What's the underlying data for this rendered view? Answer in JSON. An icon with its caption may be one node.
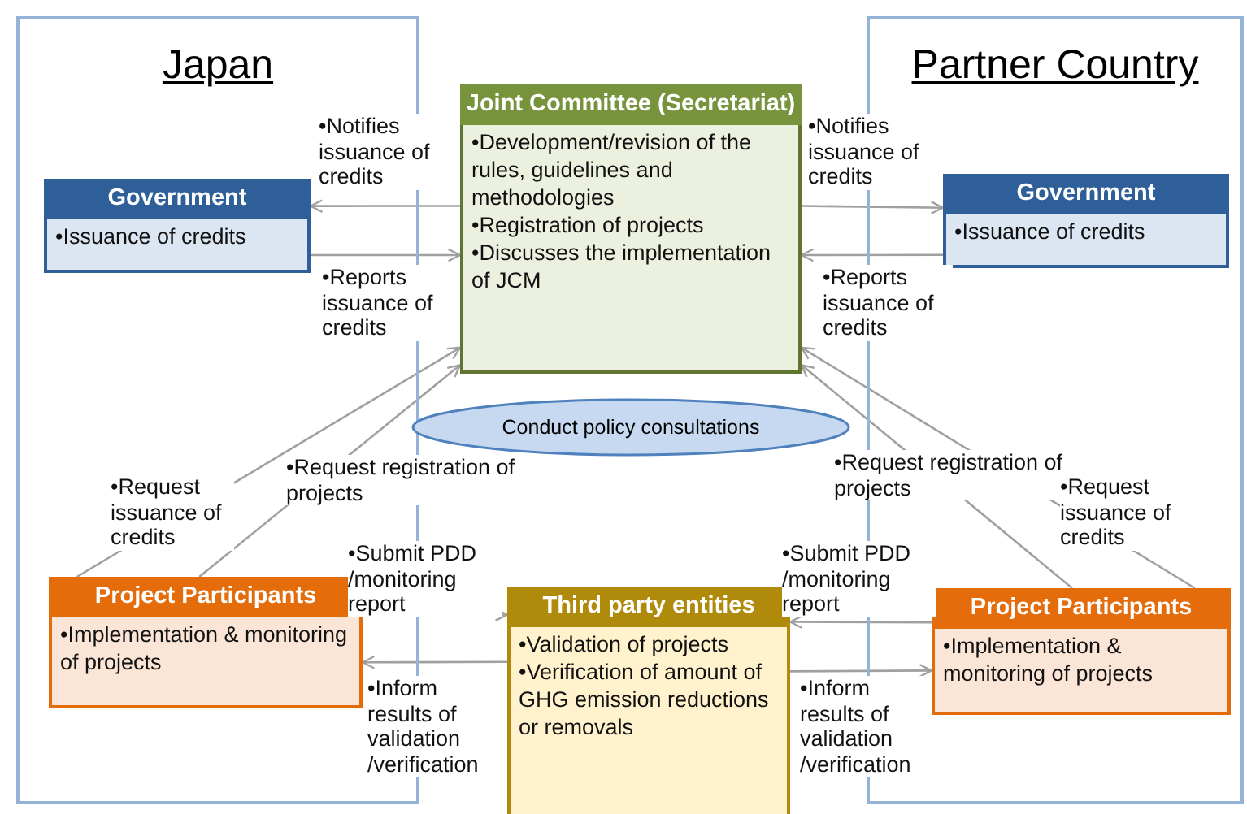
{
  "diagram": {
    "nodes": [
      {
        "text": [
          "Japan"
        ]
      },
      {
        "text": [
          "Partner Country"
        ]
      },
      {
        "text": [
          "Joint Committee (Secretariat)",
          "•Development/revision of the rules, guidelines and methodologies",
          "•Registration of projects",
          "•Discusses the implementation of JCM"
        ]
      },
      {
        "text": [
          "Government",
          "•Issuance of credits"
        ],
        "in": 0
      },
      {
        "text": [
          "Government",
          "•Issuance of credits"
        ],
        "in": 1
      },
      {
        "text": [
          "Conduct policy consultations"
        ]
      },
      {
        "text": [
          "Project Participants",
          "•Implementation & monitoring of projects"
        ],
        "in": 0
      },
      {
        "text": [
          "Third party entities",
          "•Validation of projects",
          "•Verification of amount of GHG emission reductions or removals"
        ]
      },
      {
        "text": [
          "Project Participants",
          "•Implementation & monitoring of projects"
        ],
        "in": 1
      }
    ],
    "edges": [
      {
        "from": 2,
        "to": 3,
        "arrow": "to",
        "label": "•Notifies issuance of credits"
      },
      {
        "from": 3,
        "to": 2,
        "arrow": "to",
        "label": "•Reports issuance of credits"
      },
      {
        "from": 2,
        "to": 4,
        "arrow": "to",
        "label": "•Notifies issuance of credits"
      },
      {
        "from": 4,
        "to": 2,
        "arrow": "to",
        "label": "•Reports issuance of credits"
      },
      {
        "from": 6,
        "to": 2,
        "arrow": "to",
        "label": "•Request issuance of credits"
      },
      {
        "from": 6,
        "to": 2,
        "arrow": "to",
        "label": "•Request registration of projects"
      },
      {
        "from": 8,
        "to": 2,
        "arrow": "to",
        "label": "•Request registration of projects"
      },
      {
        "from": 8,
        "to": 2,
        "arrow": "to",
        "label": "•Request issuance of credits"
      },
      {
        "from": 6,
        "to": 7,
        "arrow": "to",
        "label": "•Submit PDD /monitoring report"
      },
      {
        "from": 7,
        "to": 6,
        "arrow": "to",
        "label": "•Inform results of validation /verification"
      },
      {
        "from": 8,
        "to": 7,
        "arrow": "to",
        "label": "•Submit PDD /monitoring report"
      },
      {
        "from": 7,
        "to": 8,
        "arrow": "to",
        "label": "•Inform results of validation /verification"
      }
    ]
  }
}
